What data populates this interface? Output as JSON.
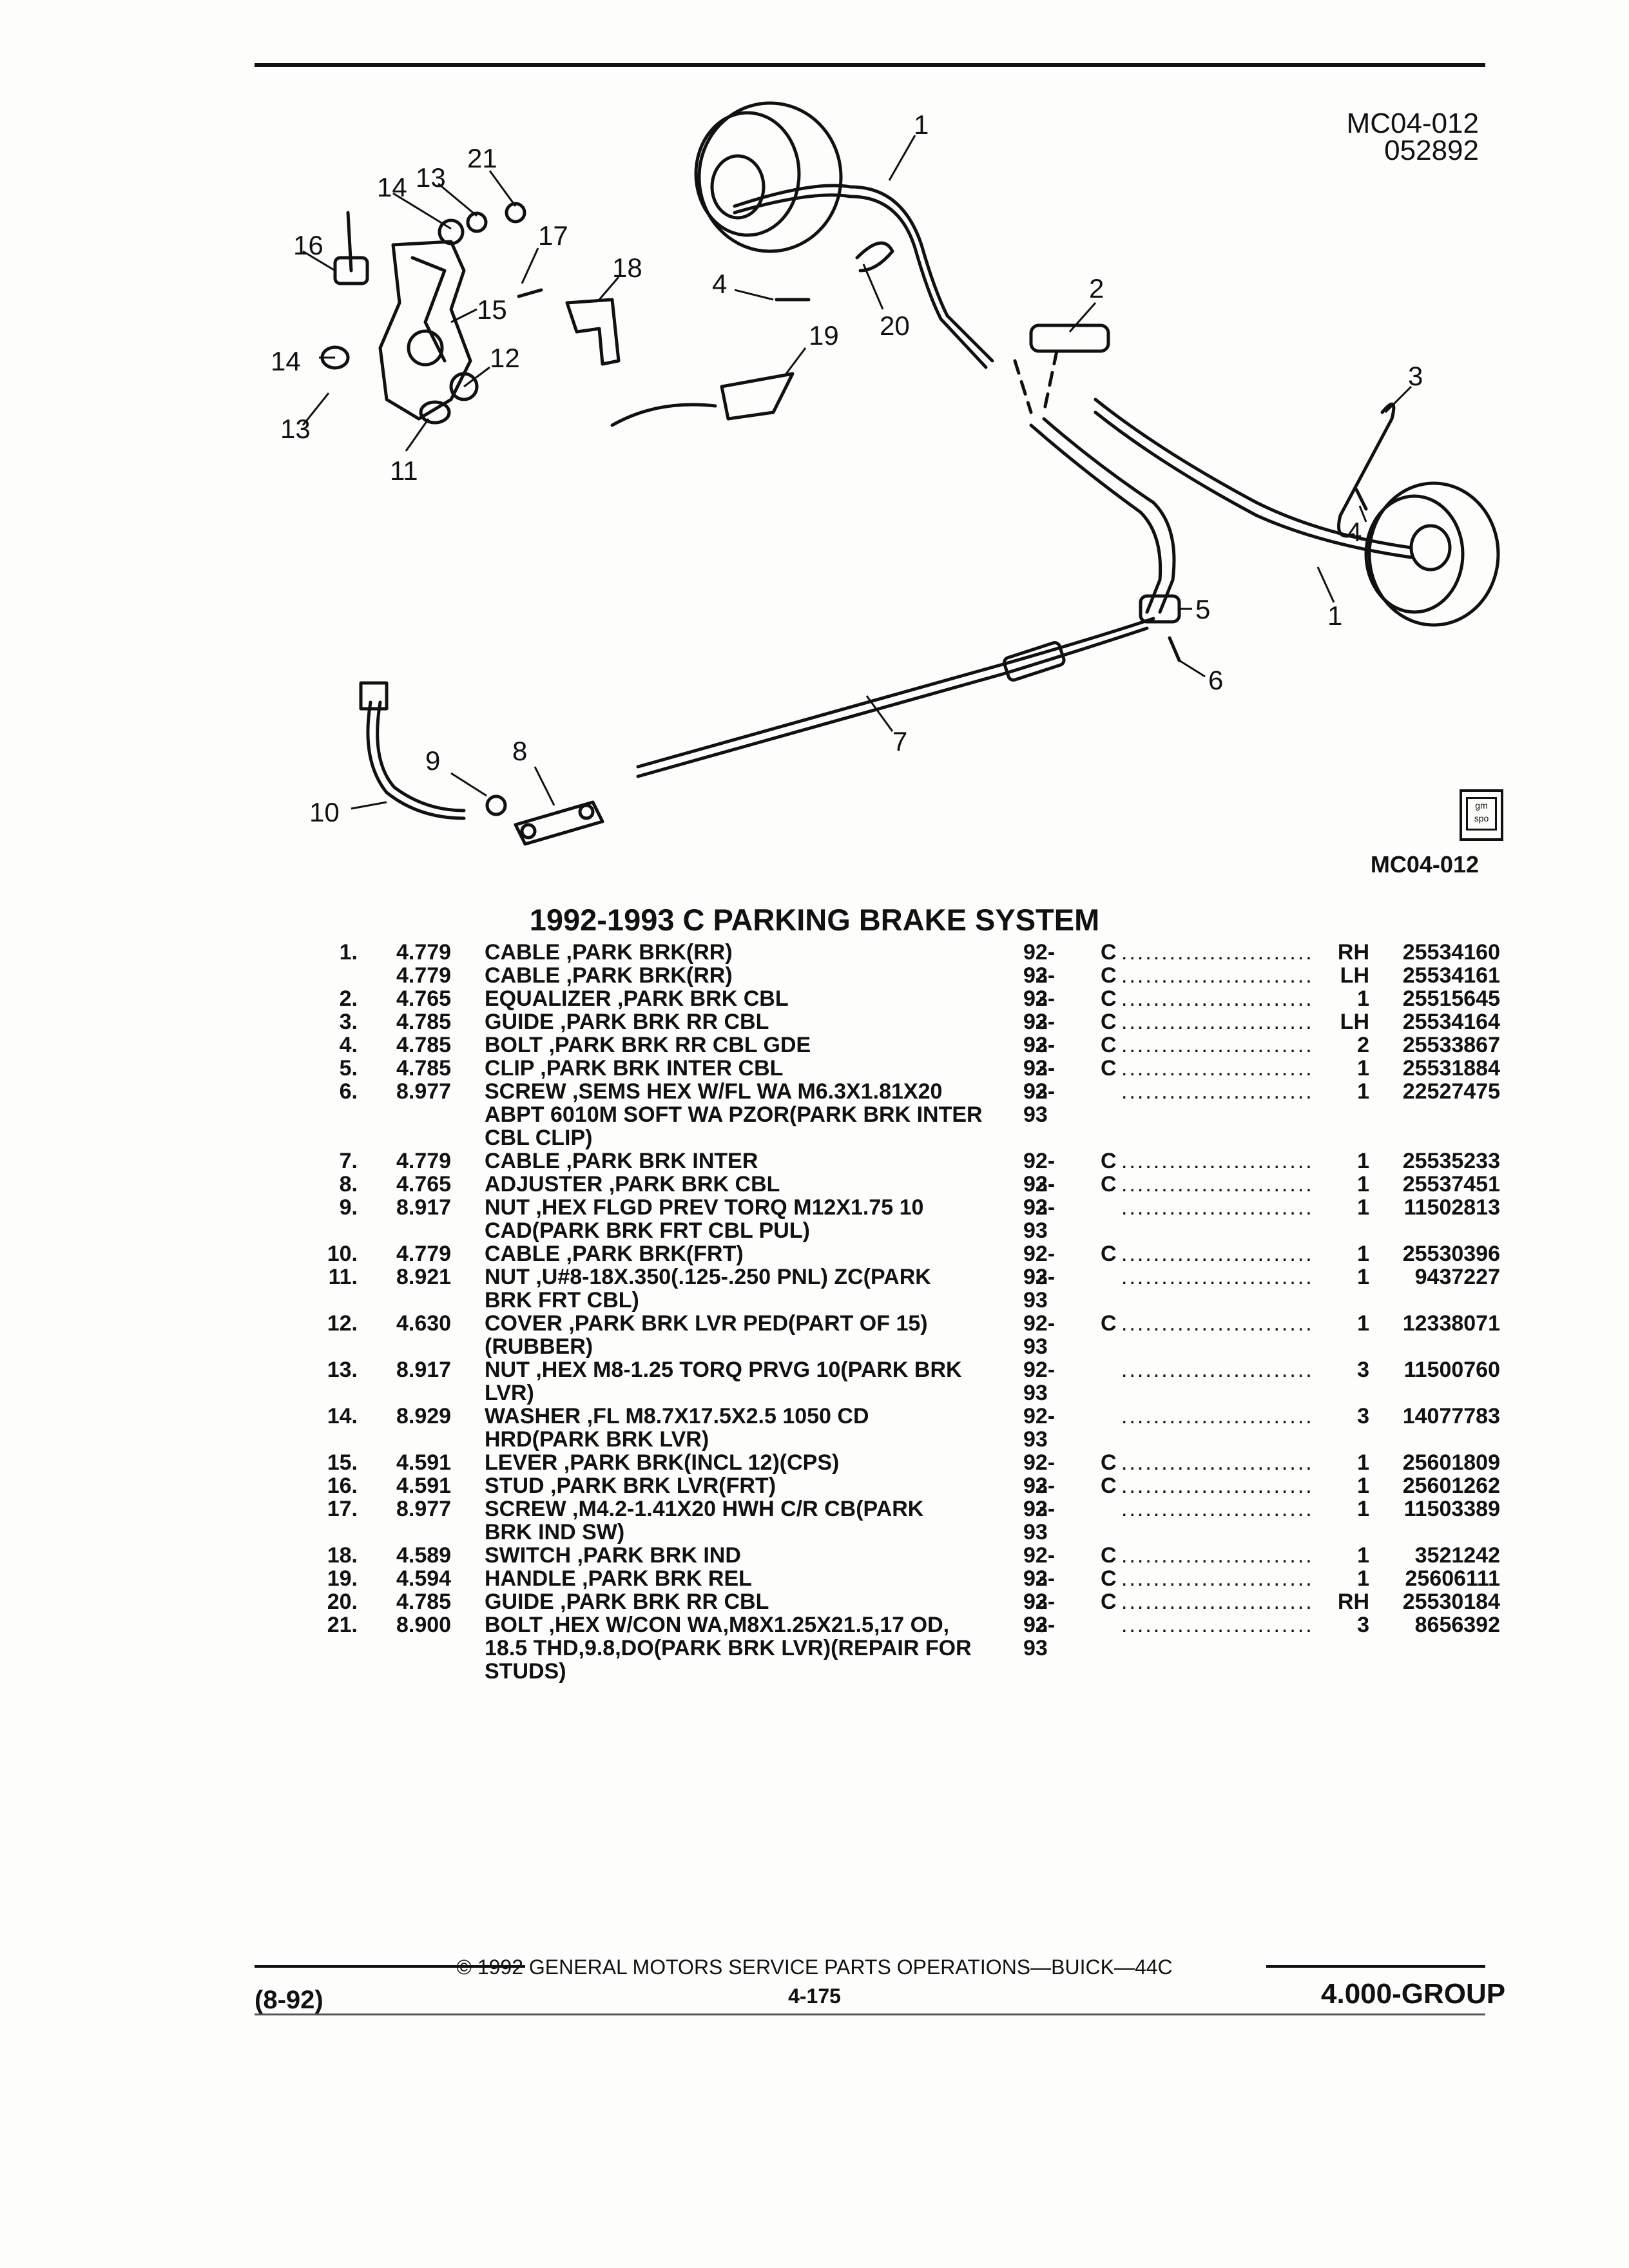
{
  "header": {
    "diagram_code": "MC04-012",
    "date_code": "052892",
    "figure_code": "MC04-012"
  },
  "title": "1992-1993 C PARKING BRAKE SYSTEM",
  "callouts": [
    "1",
    "2",
    "3",
    "4",
    "5",
    "6",
    "7",
    "8",
    "9",
    "10",
    "11",
    "12",
    "13",
    "14",
    "15",
    "16",
    "17",
    "18",
    "19",
    "20",
    "21",
    "1",
    "4",
    "13",
    "14"
  ],
  "parts": [
    {
      "num": "1.",
      "group": "4.779",
      "desc": "CABLE ,PARK BRK(RR)",
      "years": "92-93",
      "cls": "C",
      "qty": "RH",
      "pn": "25534160"
    },
    {
      "num": "",
      "group": "4.779",
      "desc": "CABLE ,PARK BRK(RR)",
      "years": "92-93",
      "cls": "C",
      "qty": "LH",
      "pn": "25534161"
    },
    {
      "num": "2.",
      "group": "4.765",
      "desc": "EQUALIZER ,PARK BRK CBL",
      "years": "92-93",
      "cls": "C",
      "qty": "1",
      "pn": "25515645"
    },
    {
      "num": "3.",
      "group": "4.785",
      "desc": "GUIDE ,PARK BRK RR CBL",
      "years": "92-93",
      "cls": "C",
      "qty": "LH",
      "pn": "25534164"
    },
    {
      "num": "4.",
      "group": "4.785",
      "desc": "BOLT ,PARK BRK RR CBL GDE",
      "years": "92-93",
      "cls": "C",
      "qty": "2",
      "pn": "25533867"
    },
    {
      "num": "5.",
      "group": "4.785",
      "desc": "CLIP ,PARK BRK INTER CBL",
      "years": "92-93",
      "cls": "C",
      "qty": "1",
      "pn": "25531884"
    },
    {
      "num": "6.",
      "group": "8.977",
      "desc": "SCREW ,SEMS HEX W/FL WA M6.3X1.81X20\nABPT 6010M SOFT WA PZOR(PARK BRK INTER\nCBL CLIP)",
      "years": "92-93",
      "cls": "",
      "qty": "1",
      "pn": "22527475"
    },
    {
      "num": "7.",
      "group": "4.779",
      "desc": "CABLE ,PARK BRK INTER",
      "years": "92-93",
      "cls": "C",
      "qty": "1",
      "pn": "25535233"
    },
    {
      "num": "8.",
      "group": "4.765",
      "desc": "ADJUSTER ,PARK BRK CBL",
      "years": "92-93",
      "cls": "C",
      "qty": "1",
      "pn": "25537451"
    },
    {
      "num": "9.",
      "group": "8.917",
      "desc": "NUT ,HEX FLGD PREV TORQ M12X1.75 10\nCAD(PARK BRK FRT CBL PUL)",
      "years": "92-93",
      "cls": "",
      "qty": "1",
      "pn": "11502813"
    },
    {
      "num": "10.",
      "group": "4.779",
      "desc": "CABLE ,PARK BRK(FRT)",
      "years": "92-93",
      "cls": "C",
      "qty": "1",
      "pn": "25530396"
    },
    {
      "num": "11.",
      "group": "8.921",
      "desc": "NUT ,U#8-18X.350(.125-.250 PNL) ZC(PARK\nBRK FRT CBL)",
      "years": "92-93",
      "cls": "",
      "qty": "1",
      "pn": "9437227"
    },
    {
      "num": "12.",
      "group": "4.630",
      "desc": "COVER ,PARK BRK LVR PED(PART OF 15)\n(RUBBER)",
      "years": "92-93",
      "cls": "C",
      "qty": "1",
      "pn": "12338071"
    },
    {
      "num": "13.",
      "group": "8.917",
      "desc": "NUT ,HEX M8-1.25 TORQ PRVG 10(PARK BRK\nLVR)",
      "years": "92-93",
      "cls": "",
      "qty": "3",
      "pn": "11500760"
    },
    {
      "num": "14.",
      "group": "8.929",
      "desc": "WASHER ,FL M8.7X17.5X2.5 1050 CD\nHRD(PARK BRK LVR)",
      "years": "92-93",
      "cls": "",
      "qty": "3",
      "pn": "14077783"
    },
    {
      "num": "15.",
      "group": "4.591",
      "desc": "LEVER ,PARK BRK(INCL 12)(CPS)",
      "years": "92-93",
      "cls": "C",
      "qty": "1",
      "pn": "25601809"
    },
    {
      "num": "16.",
      "group": "4.591",
      "desc": "STUD ,PARK BRK LVR(FRT)",
      "years": "92-93",
      "cls": "C",
      "qty": "1",
      "pn": "25601262"
    },
    {
      "num": "17.",
      "group": "8.977",
      "desc": "SCREW ,M4.2-1.41X20 HWH C/R CB(PARK\nBRK IND SW)",
      "years": "92-93",
      "cls": "",
      "qty": "1",
      "pn": "11503389"
    },
    {
      "num": "18.",
      "group": "4.589",
      "desc": "SWITCH ,PARK BRK IND",
      "years": "92-93",
      "cls": "C",
      "qty": "1",
      "pn": "3521242"
    },
    {
      "num": "19.",
      "group": "4.594",
      "desc": "HANDLE ,PARK BRK REL",
      "years": "92-93",
      "cls": "C",
      "qty": "1",
      "pn": "25606111"
    },
    {
      "num": "20.",
      "group": "4.785",
      "desc": "GUIDE ,PARK BRK RR CBL",
      "years": "92-93",
      "cls": "C",
      "qty": "RH",
      "pn": "25530184"
    },
    {
      "num": "21.",
      "group": "8.900",
      "desc": "BOLT ,HEX W/CON WA,M8X1.25X21.5,17 OD,\n18.5 THD,9.8,DO(PARK BRK LVR)(REPAIR FOR\nSTUDS)",
      "years": "92-93",
      "cls": "",
      "qty": "3",
      "pn": "8656392"
    }
  ],
  "footer": {
    "copyright": "© 1992 GENERAL MOTORS SERVICE PARTS OPERATIONS—BUICK—44C",
    "page": "4-175",
    "date": "(8-92)",
    "group": "4.000-GROUP"
  },
  "logo_text": "gm spo"
}
